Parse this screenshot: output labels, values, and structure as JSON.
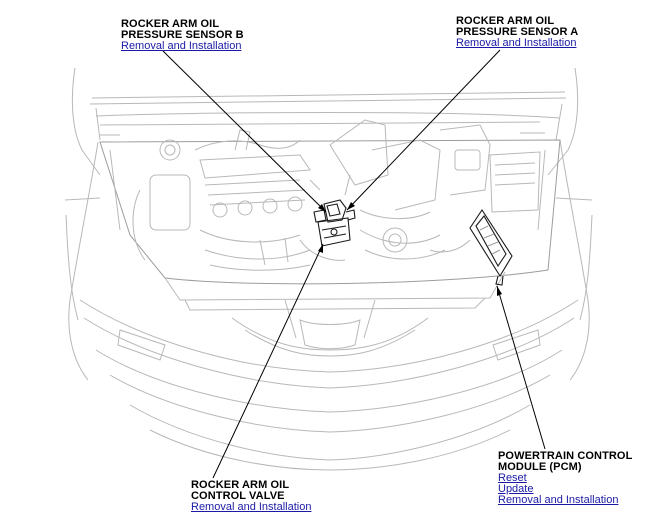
{
  "callouts": {
    "sensor_b": {
      "title_line1": "ROCKER ARM OIL",
      "title_line2": "PRESSURE SENSOR B",
      "link": "Removal and Installation"
    },
    "sensor_a": {
      "title_line1": "ROCKER ARM OIL",
      "title_line2": "PRESSURE SENSOR A",
      "link": "Removal and Installation"
    },
    "control_valve": {
      "title_line1": "ROCKER ARM OIL",
      "title_line2": "CONTROL VALVE",
      "link": "Removal and Installation"
    },
    "pcm": {
      "title_line1": "POWERTRAIN CONTROL",
      "title_line2": "MODULE (PCM)",
      "links": [
        "Reset",
        "Update",
        "Removal and Installation"
      ]
    }
  },
  "colors": {
    "link": "#1a1aa6",
    "outline": "#b8b8b8",
    "highlight": "#1a1a1a"
  }
}
